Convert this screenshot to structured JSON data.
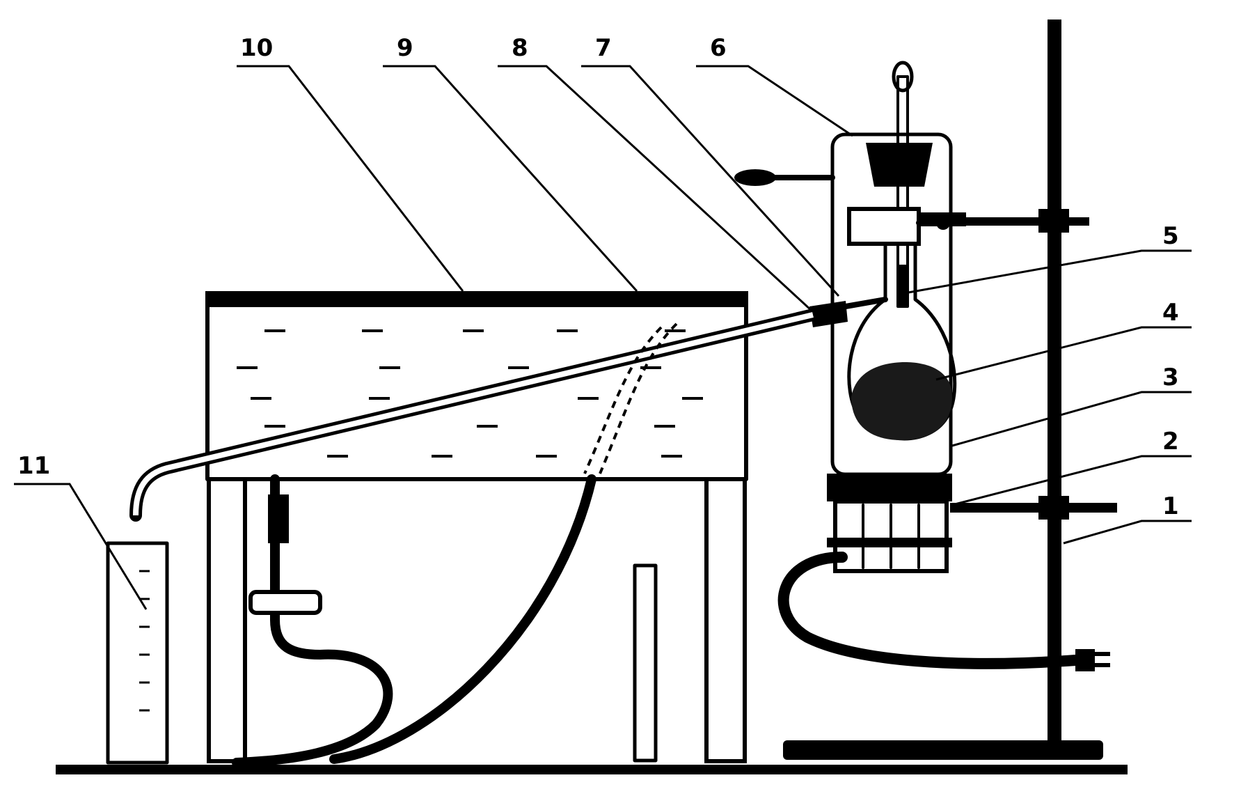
{
  "colors": {
    "ink": "#000000",
    "paper": "#ffffff",
    "liquid": "#1a1a1a"
  },
  "callouts": {
    "l1": "1",
    "l2": "2",
    "l3": "3",
    "l4": "4",
    "l5": "5",
    "l6": "6",
    "l7": "7",
    "l8": "8",
    "l9": "9",
    "l10": "10",
    "l11": "11"
  }
}
